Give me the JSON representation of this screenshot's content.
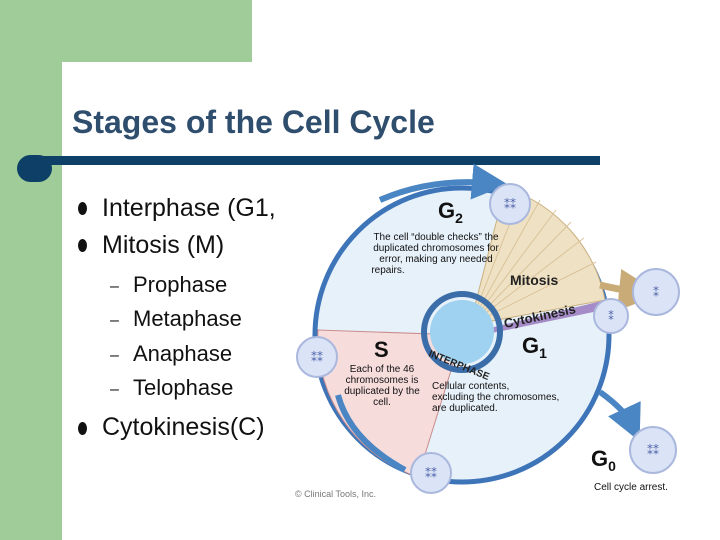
{
  "slide": {
    "title": "Stages of the Cell Cycle",
    "bullets": [
      "Interphase (G1,",
      "Mitosis (M)",
      "Cytokinesis(C)"
    ],
    "sub_bullets": [
      "Prophase",
      "Metaphase",
      "Anaphase",
      "Telophase"
    ]
  },
  "diagram": {
    "g2_label": "G",
    "g2_sub": "2",
    "g2_text": [
      "The cell “double checks” the",
      "duplicated chromosomes for",
      "error, making any needed",
      "repairs."
    ],
    "mitosis_label": "Mitosis",
    "cytokinesis_label": "Cytokinesis",
    "interphase_label": "INTERPHASE",
    "s_label": "S",
    "s_text": [
      "Each of the 46",
      "chromosomes is",
      "duplicated by the",
      "cell."
    ],
    "g1_label": "G",
    "g1_sub": "1",
    "g1_text": [
      "Cellular contents,",
      "excluding the chromosomes,",
      "are duplicated."
    ],
    "g0_label": "G",
    "g0_sub": "0",
    "g0_text": "Cell cycle arrest.",
    "credit": "© Clinical Tools, Inc."
  }
}
